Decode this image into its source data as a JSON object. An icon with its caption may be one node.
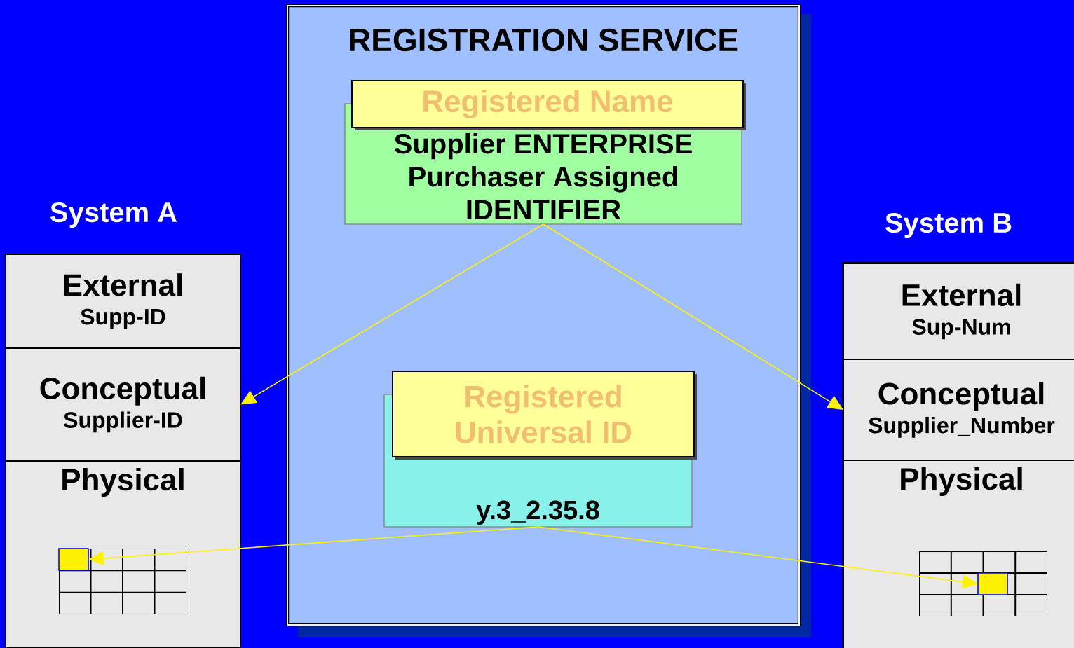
{
  "diagram": {
    "nodes": [
      {
        "text": [
          "REGISTRATION SERVICE"
        ]
      },
      {
        "text": [
          "Registered Name"
        ],
        "in": 0
      },
      {
        "text": [
          "Supplier ENTERPRISE Purchaser Assigned IDENTIFIER"
        ],
        "in": 0
      },
      {
        "text": [
          "Registered Universal ID"
        ],
        "in": 0
      },
      {
        "text": [
          "y.3_2.35.8"
        ],
        "in": 0
      },
      {
        "text": [
          "System A"
        ]
      },
      {
        "text": [
          "External",
          "Supp-ID"
        ],
        "in": 5
      },
      {
        "text": [
          "Conceptual",
          "Supplier-ID"
        ],
        "in": 5
      },
      {
        "text": [
          "Physical"
        ],
        "in": 5
      },
      {
        "text": [],
        "shape": "table",
        "in": 8
      },
      {
        "text": [],
        "shape": "box",
        "in": 9
      },
      {
        "text": [
          "System B"
        ]
      },
      {
        "text": [
          "External",
          "Sup-Num"
        ],
        "in": 11
      },
      {
        "text": [
          "Conceptual",
          "Supplier_Number"
        ],
        "in": 11
      },
      {
        "text": [
          "Physical"
        ],
        "in": 11
      },
      {
        "text": [],
        "shape": "table",
        "in": 14
      },
      {
        "text": [],
        "shape": "box",
        "in": 15
      }
    ],
    "edges": [
      {
        "from": 2,
        "to": 7,
        "arrow": "to"
      },
      {
        "from": 2,
        "to": 13,
        "arrow": "to"
      },
      {
        "from": 4,
        "to": 10,
        "arrow": "to"
      },
      {
        "from": 4,
        "to": 16,
        "arrow": "to"
      }
    ]
  }
}
